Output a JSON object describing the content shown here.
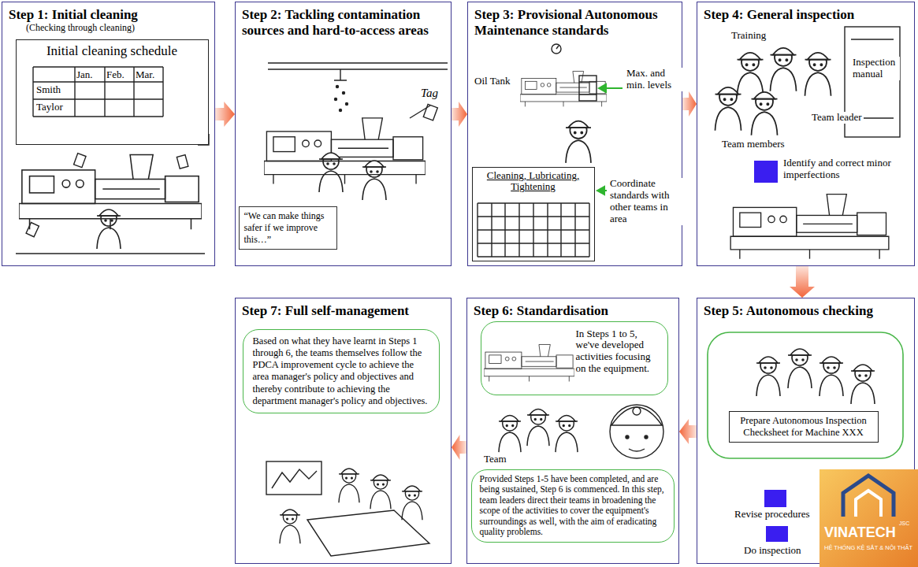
{
  "diagram": {
    "nodes": [
      {
        "text": [
          "Step 1: Initial cleaning",
          "(Checking through cleaning)"
        ]
      },
      {
        "text": [
          "Initial cleaning schedule"
        ],
        "in": 0
      },
      {
        "text": [
          "Step 2: Tackling contamination sources and hard-to-access areas"
        ]
      },
      {
        "text": [
          "“We can make things safer if we improve this…”"
        ],
        "in": 2
      },
      {
        "text": [
          "Step 3: Provisional Autonomous Maintenance standards"
        ]
      },
      {
        "text": [
          "Cleaning, Lubricating, Tightening"
        ],
        "in": 4
      },
      {
        "text": [
          "Step 4: General inspection"
        ]
      },
      {
        "text": [
          "Step 5: Autonomous checking"
        ]
      },
      {
        "text": [
          "Prepare Autonomous Inspection Checksheet for Machine XXX"
        ],
        "in": 7
      },
      {
        "text": [
          "Step 6: Standardisation"
        ]
      },
      {
        "text": [
          "In Steps 1 to 5, we've developed activities focusing on the equipment."
        ],
        "in": 9
      },
      {
        "text": [
          "Provided Steps 1-5 have been completed, and are being sustained, Step 6 is commenced. In this step, team leaders direct their teams in broadening the scope of the activities to cover the equipment's surroundings as well, with the aim of eradicating quality problems."
        ],
        "in": 9
      },
      {
        "text": [
          "Step 7: Full self-management"
        ]
      },
      {
        "text": [
          "Based on what they have learnt in Steps 1 through 6, the teams themselves follow the PDCA improvement cycle to achieve the area manager's policy and objectives and thereby contribute to achieving the department manager's policy and objectives."
        ],
        "in": 12
      }
    ],
    "edges": [
      {
        "from": 0,
        "to": 2,
        "arrow": "to"
      },
      {
        "from": 2,
        "to": 4,
        "arrow": "to"
      },
      {
        "from": 4,
        "to": 6,
        "arrow": "to"
      },
      {
        "from": 6,
        "to": 7,
        "arrow": "to"
      },
      {
        "from": 7,
        "to": 9,
        "arrow": "to"
      },
      {
        "from": 9,
        "to": 12,
        "arrow": "to"
      }
    ],
    "labels": [
      "Jan.",
      "Feb.",
      "Mar.",
      "Smith",
      "Taylor",
      "Tag",
      "Oil Tank",
      "Max. and min. levels",
      "Coordinate standards with other teams in area",
      "Training",
      "Inspection manual",
      "Team leader",
      "Team members",
      "Identify and correct minor imperfections",
      "Revise procedures",
      "Do inspection",
      "Team",
      "VINATECH",
      "JSC",
      "HỆ THỐNG KỆ SẮT & NỘI THẤT"
    ]
  }
}
